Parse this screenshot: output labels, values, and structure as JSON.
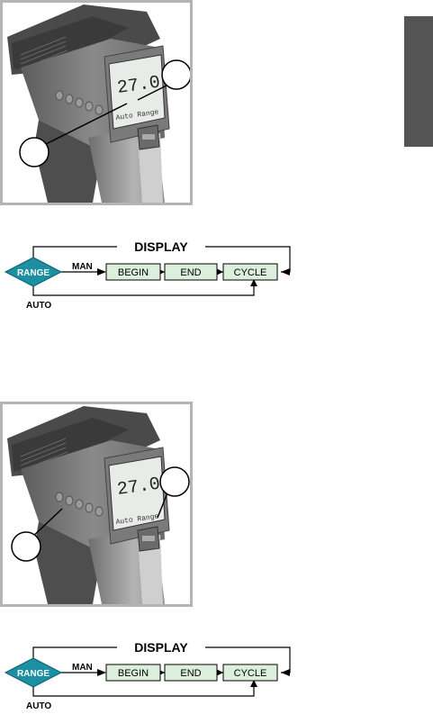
{
  "figures": [
    {
      "lcd": {
        "reading": "27.0",
        "mode_text": "Auto Range"
      },
      "callouts": [
        "",
        ""
      ]
    },
    {
      "lcd": {
        "reading": "27.0",
        "mode_text": "Auto Range"
      },
      "callouts": [
        "",
        ""
      ]
    }
  ],
  "flowcharts": [
    {
      "title": "DISPLAY",
      "decision": "RANGE",
      "manual_branch": "MAN",
      "auto_branch": "AUTO",
      "steps": [
        "BEGIN",
        "END",
        "CYCLE"
      ]
    },
    {
      "title": "DISPLAY",
      "decision": "RANGE",
      "manual_branch": "MAN",
      "auto_branch": "AUTO",
      "steps": [
        "BEGIN",
        "END",
        "CYCLE"
      ]
    }
  ],
  "colors": {
    "section_tab": "#545454",
    "decision_fill": "#1c8fa3",
    "step_fill": "#dcefdc",
    "frame_border": "#b4b4b4"
  }
}
